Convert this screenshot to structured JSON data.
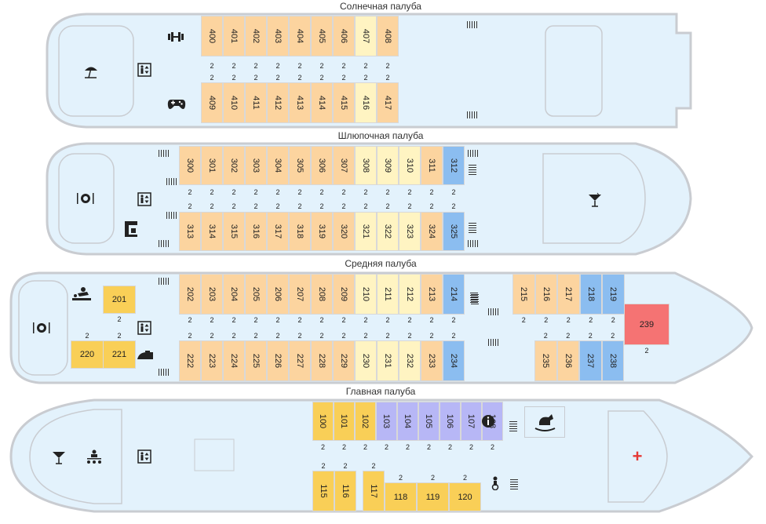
{
  "decks": {
    "sun": {
      "title": "Солнечная палуба",
      "cabins_top": [
        "400",
        "401",
        "402",
        "403",
        "404",
        "405",
        "406",
        "407",
        "408"
      ],
      "cabins_bottom": [
        "409",
        "410",
        "411",
        "412",
        "413",
        "414",
        "415",
        "416",
        "417"
      ]
    },
    "boat": {
      "title": "Шлюпочная палуба",
      "cabins_top": [
        "300",
        "301",
        "302",
        "303",
        "304",
        "305",
        "306",
        "307",
        "308",
        "309",
        "310",
        "311",
        "312"
      ],
      "cabins_bottom": [
        "313",
        "314",
        "315",
        "316",
        "317",
        "318",
        "319",
        "320",
        "321",
        "322",
        "323",
        "324",
        "325"
      ]
    },
    "middle": {
      "title": "Средняя палуба",
      "cabins_top_left": [
        "201"
      ],
      "cabins_bottom_left": [
        "220",
        "221"
      ],
      "cabins_top": [
        "202",
        "203",
        "204",
        "205",
        "206",
        "207",
        "208",
        "209",
        "210",
        "211",
        "212",
        "213",
        "214"
      ],
      "cabins_top_aft": [
        "215",
        "216",
        "217",
        "218",
        "219"
      ],
      "cabin_special": "239",
      "cabins_bottom": [
        "222",
        "223",
        "224",
        "225",
        "226",
        "227",
        "228",
        "229",
        "230",
        "231",
        "232",
        "233",
        "234"
      ],
      "cabins_bottom_aft": [
        "235",
        "236",
        "237",
        "238"
      ]
    },
    "main": {
      "title": "Главная палуба",
      "cabins_top": [
        "100",
        "101",
        "102",
        "103",
        "104",
        "105",
        "106",
        "107",
        "108"
      ],
      "cabins_bottom_a": [
        "115",
        "116"
      ],
      "cabins_bottom_b": [
        "117"
      ],
      "cabins_bottom_c": [
        "118",
        "119",
        "120"
      ],
      "medical_symbol": "+"
    }
  },
  "berth_label": "2",
  "colors": {
    "hull": "#e3f2fc",
    "hull_stroke": "#c9ccd1",
    "cabin_orange": "#fcd49f",
    "cabin_lightyellow": "#fff4c2",
    "cabin_blue": "#8bbdf0",
    "cabin_yellow": "#f9cf57",
    "cabin_purple": "#b7b7f6",
    "cabin_red": "#f57373",
    "medical": "#e53935"
  },
  "icons": [
    "gym-icon",
    "beach-umbrella-icon",
    "elevator-icon",
    "gamepad-icon",
    "restaurant-icon",
    "coffee-machine-icon",
    "cocktail-icon",
    "massage-icon",
    "iron-icon",
    "info-icon",
    "rocking-horse-icon",
    "conference-icon",
    "medical-cross-icon",
    "stairs-icon"
  ]
}
